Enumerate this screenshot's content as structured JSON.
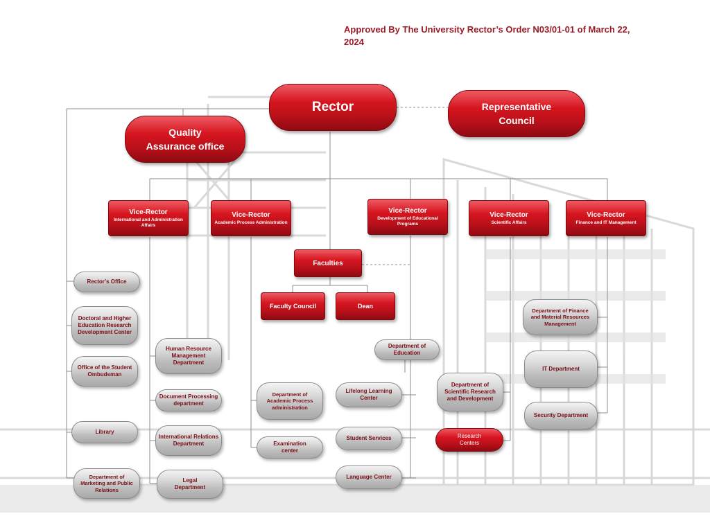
{
  "approval_text": "Approved By The University Rector’s Order N03/01-01 of March 22, 2024",
  "colors": {
    "accent": "#c8151f",
    "text_red": "#9b1b26",
    "grey": "#bdbdbd"
  },
  "top": {
    "rector": "Rector",
    "representative_council": "Representative Council",
    "quality_assurance": "Quality Assurance office"
  },
  "vice_rectors": [
    {
      "title": "Vice-Rector",
      "subtitle": "International and Administration Affairs"
    },
    {
      "title": "Vice-Rector",
      "subtitle": "Academic Process Administration"
    },
    {
      "title": "Vice-Rector",
      "subtitle": "Development of Educational Programs"
    },
    {
      "title": "Vice-Rector",
      "subtitle": "Scientific Affairs"
    },
    {
      "title": "Vice-Rector",
      "subtitle": "Finance and IT Management"
    }
  ],
  "faculties": {
    "label": "Faculties",
    "council": "Faculty Council",
    "dean": "Dean"
  },
  "left_units": [
    "Rector’s Office",
    "Doctoral and Higher Education Research Development Center",
    "Office of the Student Ombudsman",
    "Library",
    "Department of Marketing and Public Relations"
  ],
  "intl_units": [
    "Human Resource Management Department",
    "Document Processing department",
    "International Relations Department",
    "Legal Department"
  ],
  "academic_units": [
    "Department of Academic Process administration",
    "Examination center"
  ],
  "education_units": [
    "Department of Education",
    "Lifelong Learning Center",
    "Student Services",
    "Language Center"
  ],
  "science_units": [
    "Department of Scientific Research and Development",
    "Research Centers"
  ],
  "finance_units": [
    "Department of Finance and Material Resources Management",
    "IT Department",
    "Security Department"
  ]
}
